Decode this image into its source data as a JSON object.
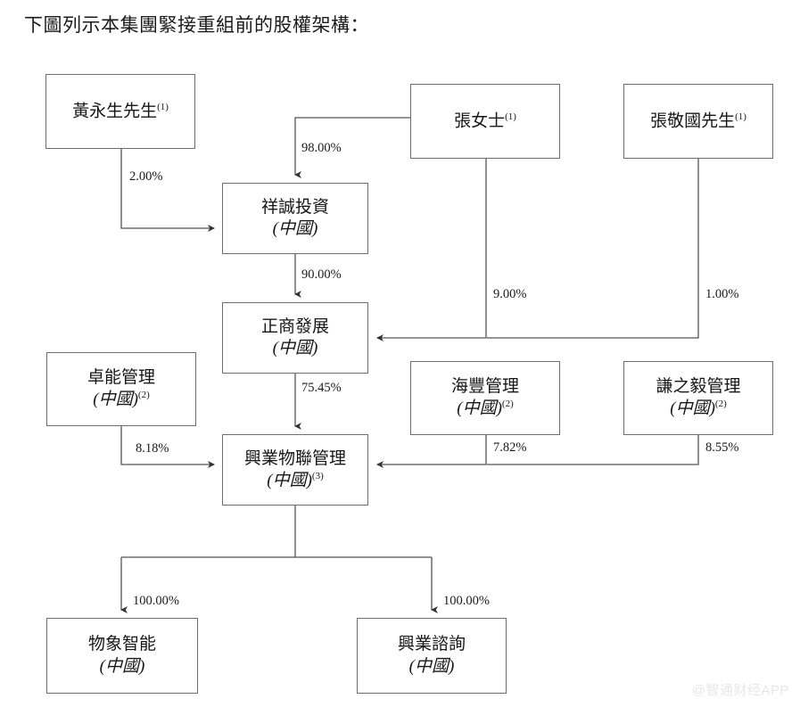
{
  "title": "下圖列示本集團緊接重組前的股權架構：",
  "watermark": "@智通财经APP",
  "colors": {
    "box_border": "#6e6e6e",
    "line": "#555555",
    "text": "#161616",
    "background": "#ffffff",
    "watermark": "#e7e7e7"
  },
  "nodes": {
    "huang": {
      "name": "黃永生先生",
      "sup": "(1)",
      "sub": "",
      "sub_sup": ""
    },
    "zhang_ms": {
      "name": "張女士",
      "sup": "(1)",
      "sub": "",
      "sub_sup": ""
    },
    "zhang_jg": {
      "name": "張敬國先生",
      "sup": "(1)",
      "sub": "",
      "sub_sup": ""
    },
    "xiangcheng": {
      "name": "祥誠投資",
      "sup": "",
      "sub": "(中國)",
      "sub_sup": ""
    },
    "zhengshang": {
      "name": "正商發展",
      "sup": "",
      "sub": "(中國)",
      "sub_sup": ""
    },
    "zhuoneng": {
      "name": "卓能管理",
      "sup": "",
      "sub": "(中國)",
      "sub_sup": "(2)"
    },
    "haifeng": {
      "name": "海豐管理",
      "sup": "",
      "sub": "(中國)",
      "sub_sup": "(2)"
    },
    "qianzhiyi": {
      "name": "謙之毅管理",
      "sup": "",
      "sub": "(中國)",
      "sub_sup": "(2)"
    },
    "xingye_wulian": {
      "name": "興業物聯管理",
      "sup": "",
      "sub": "(中國)",
      "sub_sup": "(3)"
    },
    "wuxiang": {
      "name": "物象智能",
      "sup": "",
      "sub": "(中國)",
      "sub_sup": ""
    },
    "xingye_zixun": {
      "name": "興業諮詢",
      "sup": "",
      "sub": "(中國)",
      "sub_sup": ""
    }
  },
  "edges": {
    "huang_to_xiangcheng": "2.00%",
    "zhangms_to_xiangcheng": "98.00%",
    "xiangcheng_to_zhengshang": "90.00%",
    "zhangms_to_zhengshang": "9.00%",
    "zhangjg_to_zhengshang": "1.00%",
    "zhengshang_to_xingye": "75.45%",
    "zhuoneng_to_xingye": "8.18%",
    "haifeng_to_xingye": "7.82%",
    "qianzhiyi_to_xingye": "8.55%",
    "xingye_to_wuxiang": "100.00%",
    "xingye_to_zixun": "100.00%"
  },
  "chart_data": {
    "type": "diagram",
    "title": "下圖列示本集團緊接重組前的股權架構：",
    "diagram_kind": "shareholding-structure",
    "entities": [
      {
        "id": "huang",
        "label": "黃永生先生(1)",
        "kind": "individual"
      },
      {
        "id": "zhang_ms",
        "label": "張女士(1)",
        "kind": "individual"
      },
      {
        "id": "zhang_jg",
        "label": "張敬國先生(1)",
        "kind": "individual"
      },
      {
        "id": "xiangcheng",
        "label": "祥誠投資 (中國)",
        "kind": "company"
      },
      {
        "id": "zhengshang",
        "label": "正商發展 (中國)",
        "kind": "company"
      },
      {
        "id": "zhuoneng",
        "label": "卓能管理 (中國)(2)",
        "kind": "company"
      },
      {
        "id": "haifeng",
        "label": "海豐管理 (中國)(2)",
        "kind": "company"
      },
      {
        "id": "qianzhiyi",
        "label": "謙之毅管理 (中國)(2)",
        "kind": "company"
      },
      {
        "id": "xingye_wulian",
        "label": "興業物聯管理 (中國)(3)",
        "kind": "company"
      },
      {
        "id": "wuxiang",
        "label": "物象智能 (中國)",
        "kind": "company"
      },
      {
        "id": "xingye_zixun",
        "label": "興業諮詢 (中國)",
        "kind": "company"
      }
    ],
    "links": [
      {
        "from": "huang",
        "to": "xiangcheng",
        "value": 2.0,
        "label": "2.00%"
      },
      {
        "from": "zhang_ms",
        "to": "xiangcheng",
        "value": 98.0,
        "label": "98.00%"
      },
      {
        "from": "xiangcheng",
        "to": "zhengshang",
        "value": 90.0,
        "label": "90.00%"
      },
      {
        "from": "zhang_ms",
        "to": "zhengshang",
        "value": 9.0,
        "label": "9.00%"
      },
      {
        "from": "zhang_jg",
        "to": "zhengshang",
        "value": 1.0,
        "label": "1.00%"
      },
      {
        "from": "zhengshang",
        "to": "xingye_wulian",
        "value": 75.45,
        "label": "75.45%"
      },
      {
        "from": "zhuoneng",
        "to": "xingye_wulian",
        "value": 8.18,
        "label": "8.18%"
      },
      {
        "from": "haifeng",
        "to": "xingye_wulian",
        "value": 7.82,
        "label": "7.82%"
      },
      {
        "from": "qianzhiyi",
        "to": "xingye_wulian",
        "value": 8.55,
        "label": "8.55%"
      },
      {
        "from": "xingye_wulian",
        "to": "wuxiang",
        "value": 100.0,
        "label": "100.00%"
      },
      {
        "from": "xingye_wulian",
        "to": "xingye_zixun",
        "value": 100.0,
        "label": "100.00%"
      }
    ]
  }
}
